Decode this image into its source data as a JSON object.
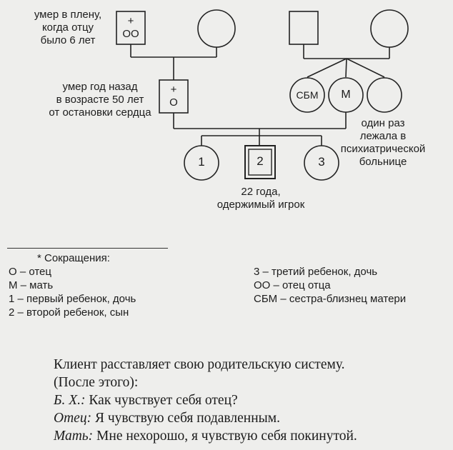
{
  "genogram": {
    "paternal_grandfather": {
      "mark_top": "+",
      "mark_bottom": "ОО"
    },
    "father": {
      "mark_top": "+",
      "mark_bottom": "О"
    },
    "mother": {
      "label": "М"
    },
    "mother_twin": {
      "label": "СБМ"
    },
    "child1": {
      "label": "1"
    },
    "child2": {
      "label": "2"
    },
    "child3": {
      "label": "3"
    },
    "annotations": {
      "grandfather_note": [
        "умер в плену,",
        "когда отцу",
        "было 6 лет"
      ],
      "father_note": [
        "умер год назад",
        "в возрасте 50 лет",
        "от остановки сердца"
      ],
      "mother_note": [
        "один раз",
        "лежала в",
        "психиатрической",
        "больнице"
      ],
      "child2_note": [
        "22 года,",
        "одержимый игрок"
      ]
    }
  },
  "abbreviations": {
    "title": "* Сокращения:",
    "left": [
      "О – отец",
      "М – мать",
      "1 – первый ребенок, дочь",
      "2 – второй ребенок, сын"
    ],
    "right": [
      "3 – третий ребенок, дочь",
      "ОО – отец отца",
      "СБМ – сестра-близнец матери"
    ]
  },
  "text": {
    "line1": "Клиент расставляет свою родительскую систему.",
    "line2": "(После этого):",
    "line3_speaker": "Б. Х.:",
    "line3_text": " Как чувствует себя отец?",
    "line4_speaker": "Отец:",
    "line4_text": " Я чувствую себя подавленным.",
    "line5_speaker": "Мать:",
    "line5_text": " Мне нехорошо, я чувствую себя покинутой."
  }
}
